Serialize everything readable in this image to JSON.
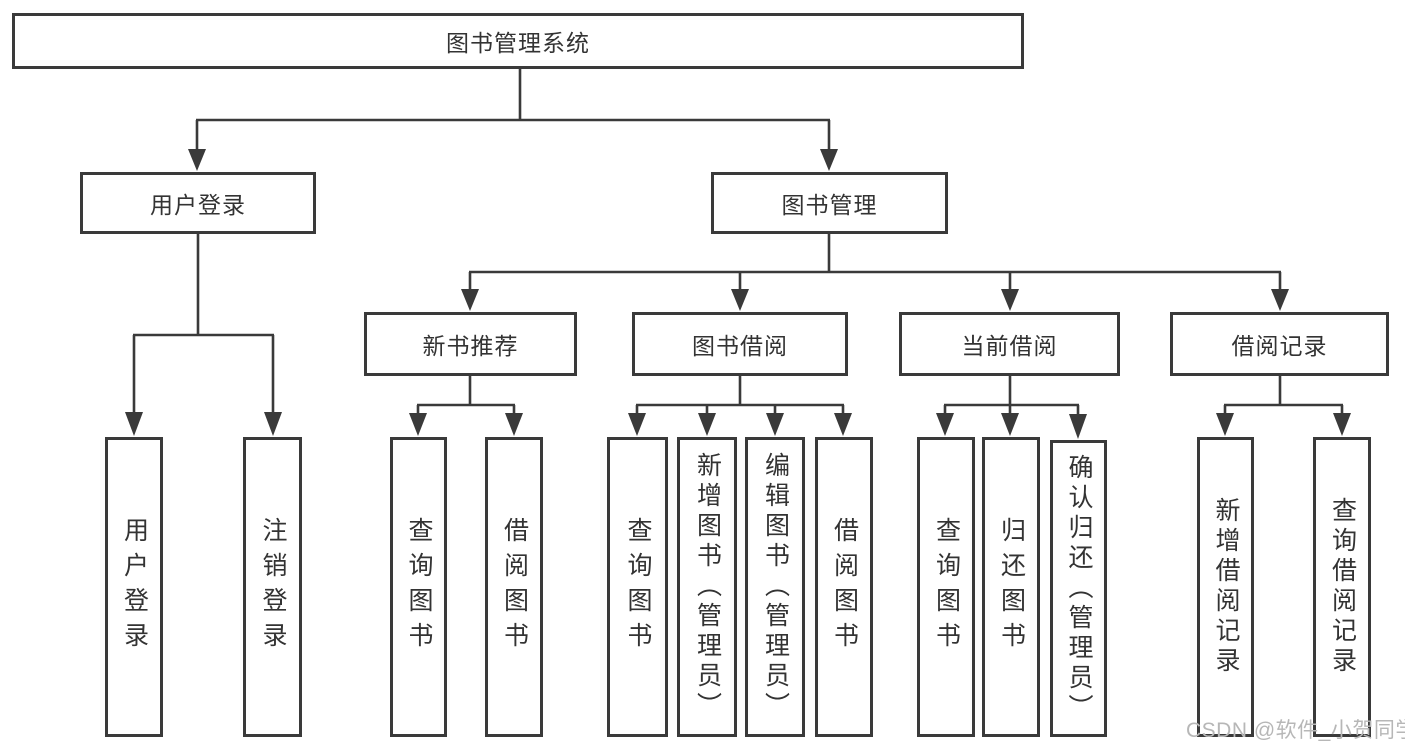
{
  "diagram": {
    "root": {
      "label": "图书管理系统"
    },
    "branches": {
      "user_login": {
        "label": "用户登录",
        "children": [
          "用户登录",
          "注销登录"
        ]
      },
      "book_management": {
        "label": "图书管理",
        "sections": {
          "new_book_recommend": {
            "label": "新书推荐",
            "children": [
              "查询图书",
              "借阅图书"
            ]
          },
          "book_borrow": {
            "label": "图书借阅",
            "children": [
              "查询图书",
              "新增图书（管理员）",
              "编辑图书（管理员）",
              "借阅图书"
            ]
          },
          "current_borrow": {
            "label": "当前借阅",
            "children": [
              "查询图书",
              "归还图书",
              "确认归还（管理员）"
            ]
          },
          "borrow_records": {
            "label": "借阅记录",
            "children": [
              "新增借阅记录",
              "查询借阅记录"
            ]
          }
        }
      }
    }
  },
  "watermark": {
    "text": "CSDN @软件_小贺同学"
  },
  "colors": {
    "line": "#3a3a3a",
    "text": "#333333",
    "background": "#ffffff",
    "watermark": "#b7b7b7"
  }
}
